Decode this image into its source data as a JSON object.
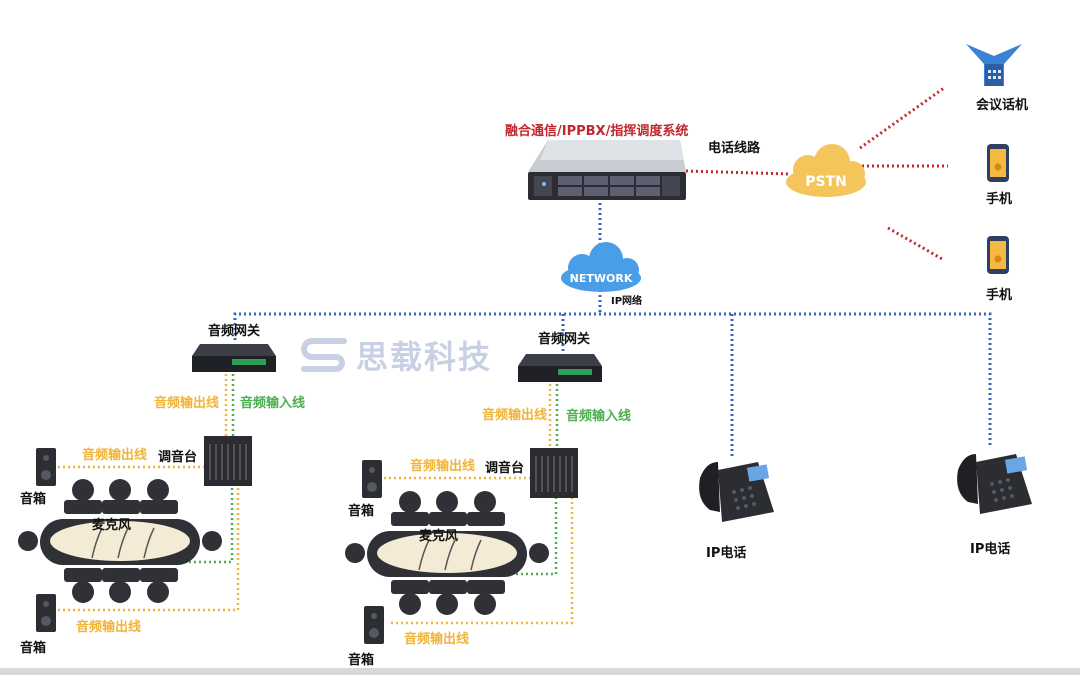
{
  "title": "融合通信/IPPBX/指挥调度系统",
  "phone_line": "电话线路",
  "pstn": "PSTN",
  "network": "NETWORK",
  "ip_network": "IP网络",
  "watermark": "思载科技",
  "endpoints": {
    "conference_phone": "会议话机",
    "mobile1": "手机",
    "mobile2": "手机",
    "ip_phone1": "IP电话",
    "ip_phone2": "IP电话"
  },
  "room1": {
    "gateway": "音频网关",
    "out_line": "音频输出线",
    "in_line": "音频输入线",
    "mixer": "调音台",
    "mixer_out": "音频输出线",
    "speaker_top": "音箱",
    "mic": "麦克风",
    "speaker_bottom": "音箱",
    "speaker_out": "音频输出线"
  },
  "room2": {
    "gateway": "音频网关",
    "out_line": "音频输出线",
    "in_line": "音频输入线",
    "mixer": "调音台",
    "mixer_out": "音频输出线",
    "speaker_top": "音箱",
    "mic": "麦克风",
    "speaker_bottom": "音箱",
    "speaker_out": "音频输出线"
  },
  "colors": {
    "red_line": "#c0282d",
    "blue_line": "#3a63b8",
    "yellow_line": "#f0b43c",
    "green_line": "#4caf50",
    "cloud_blue": "#4a9ee8",
    "cloud_gold": "#f4c55a"
  }
}
